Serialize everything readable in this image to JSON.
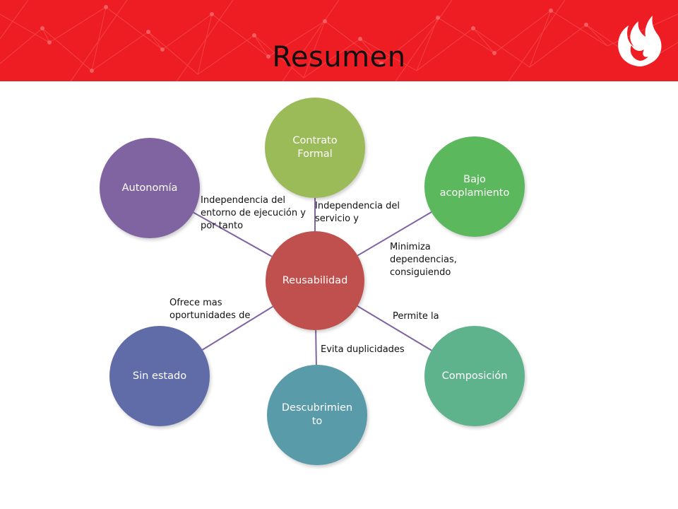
{
  "slide": {
    "title": "Resumen",
    "header_color": "#ee1d23"
  },
  "logo": {
    "icon": "flame-logo-icon"
  },
  "diagram": {
    "center": {
      "label": "Reusabilidad",
      "color": "#c0504d"
    },
    "nodes": [
      {
        "id": "contrato",
        "label": "Contrato\nFormal",
        "color": "#9bbb59"
      },
      {
        "id": "bajo",
        "label": "Bajo\nacoplamiento",
        "color": "#5cb85c"
      },
      {
        "id": "composicion",
        "label": "Composición",
        "color": "#5fb38c"
      },
      {
        "id": "descubrimiento",
        "label": "Descubrimien\nto",
        "color": "#5a9ba9"
      },
      {
        "id": "sinestado",
        "label": "Sin estado",
        "color": "#5f6ca7"
      },
      {
        "id": "autonomia",
        "label": "Autonomía",
        "color": "#8064a2"
      }
    ],
    "edge_labels": {
      "contrato": "Independencia del\nservicio y",
      "bajo": "Minimiza\ndependencias,\nconsiguiendo",
      "composicion": "Permite la",
      "descubrimiento": "Evita duplicidades",
      "sinestado": "Ofrece mas\noportunidades de",
      "autonomia": "Independencia del\nentorno de ejecución y\npor tanto"
    },
    "edge_color": "#8064a2"
  }
}
